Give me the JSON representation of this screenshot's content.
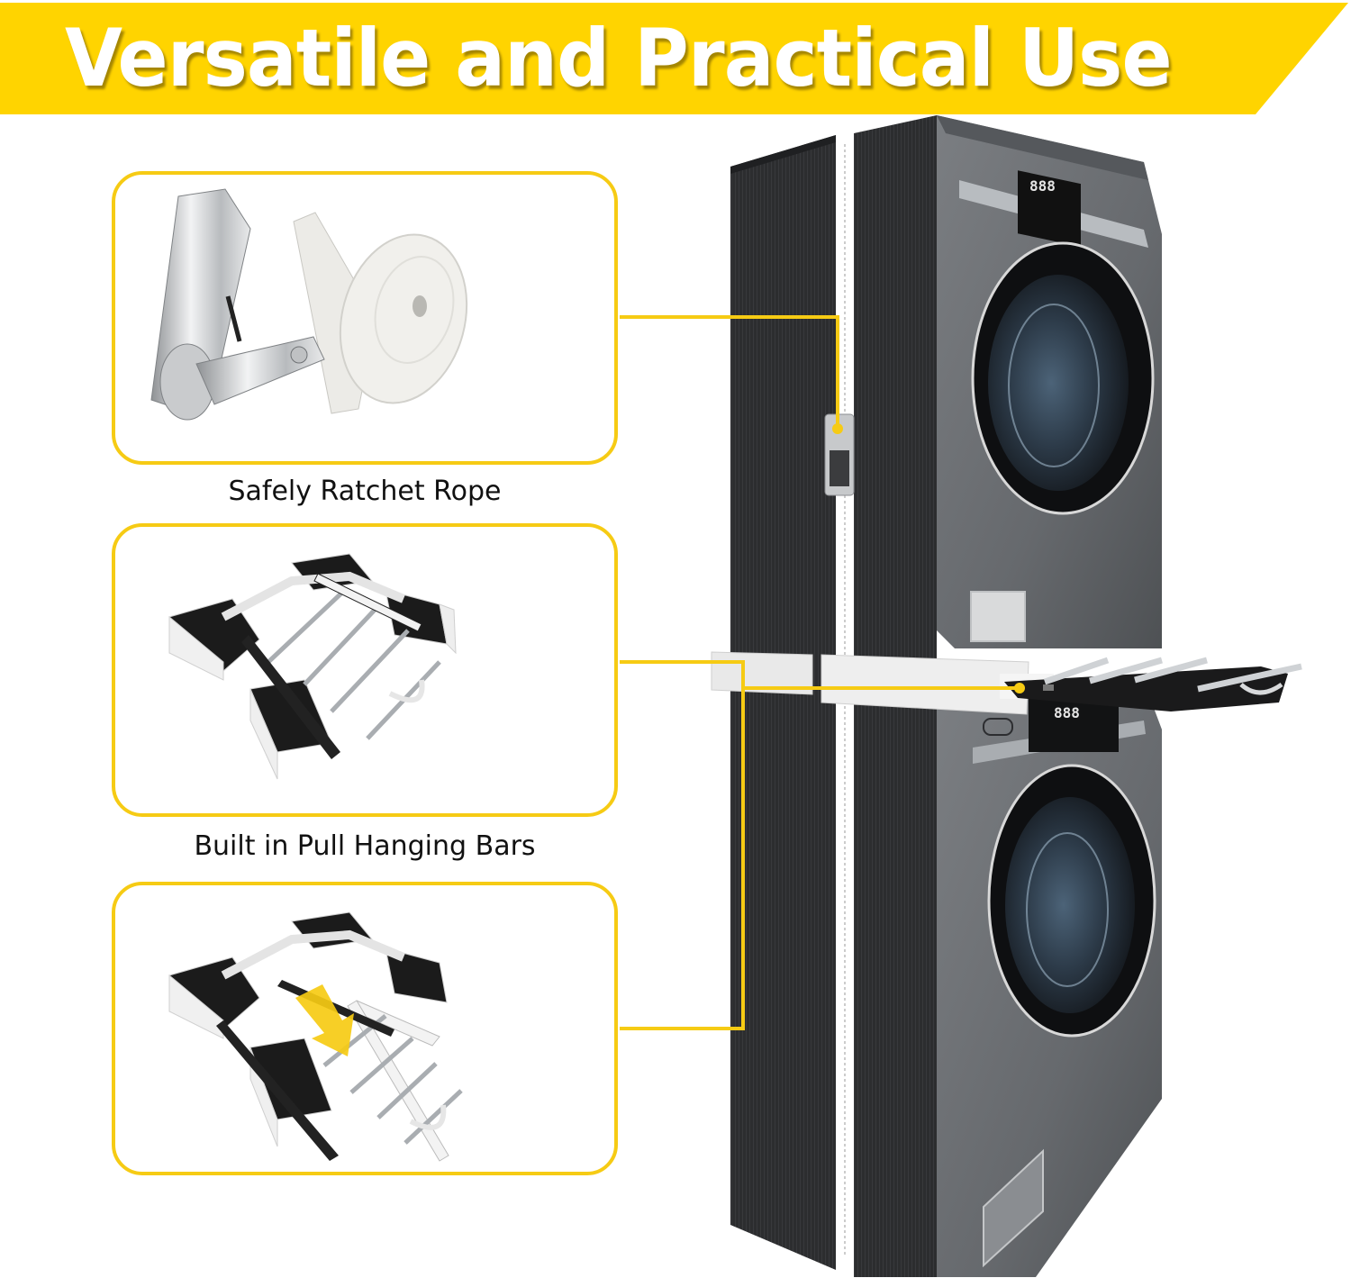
{
  "banner": {
    "title": "Versatile and Practical Use",
    "color": "#FFD400",
    "text_color": "#FFFFFF"
  },
  "features": [
    {
      "caption": "Safely Ratchet Rope",
      "image": "ratchet-strap"
    },
    {
      "caption": "Built in Pull Hanging Bars",
      "image": "stacking-frame-with-pull-out-rack"
    },
    {
      "caption": "",
      "image": "stacking-frame-rack-extended-with-arrow"
    }
  ],
  "product": {
    "image": "stacked-washer-dryer-with-side-panels",
    "upper_display": "888",
    "lower_display": "888"
  },
  "colors": {
    "accent": "#F6CB14",
    "cabinet": "#2B2C2E",
    "appliance": "#6B6E72"
  }
}
